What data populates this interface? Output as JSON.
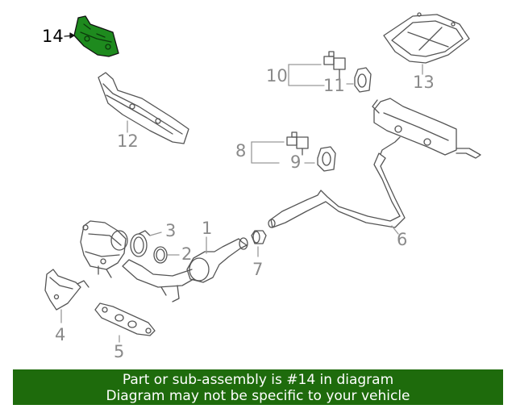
{
  "callouts": [
    {
      "id": "1",
      "label": "1"
    },
    {
      "id": "2",
      "label": "2"
    },
    {
      "id": "3",
      "label": "3"
    },
    {
      "id": "4",
      "label": "4"
    },
    {
      "id": "5",
      "label": "5"
    },
    {
      "id": "6",
      "label": "6"
    },
    {
      "id": "7",
      "label": "7"
    },
    {
      "id": "8",
      "label": "8"
    },
    {
      "id": "9",
      "label": "9"
    },
    {
      "id": "10",
      "label": "10"
    },
    {
      "id": "11",
      "label": "11"
    },
    {
      "id": "12",
      "label": "12"
    },
    {
      "id": "13",
      "label": "13"
    },
    {
      "id": "14",
      "label": "14"
    }
  ],
  "banner": {
    "line1": "Part or sub-assembly is #14 in diagram",
    "line2": "Diagram may not be specific to your vehicle"
  },
  "colors": {
    "banner_bg": "#1e6b0c",
    "highlight_part": "#1e8a1e",
    "line_art": "#555555",
    "callout_text": "#8a8a8a"
  }
}
